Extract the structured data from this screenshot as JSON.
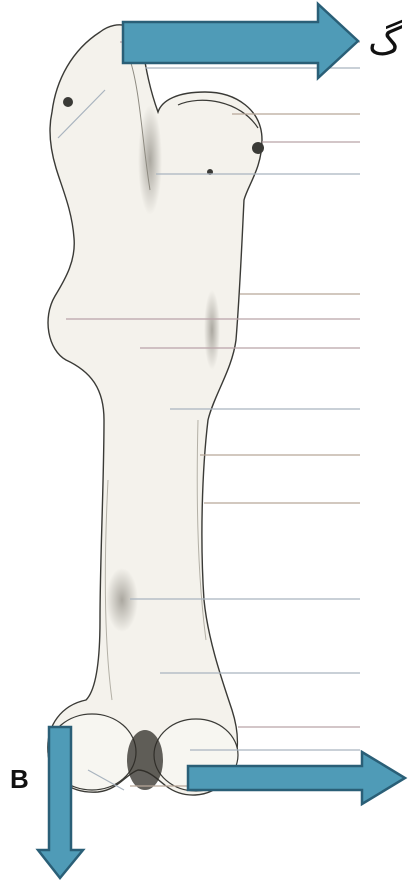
{
  "figure": {
    "top_label": "گ",
    "view_letter": "B"
  },
  "colors": {
    "bone_fill": "#f4f2ec",
    "bone_outline": "#3a3a36",
    "bone_shade": "#8d8a80",
    "arrow_fill": "#4f9bb7",
    "arrow_stroke": "#2a5f77",
    "leader_lines": [
      "#b9a3a8",
      "#a9b4bf",
      "#b7a799"
    ]
  },
  "leader_line_count": 16,
  "arrows": [
    {
      "name": "top-right-arrow",
      "direction": "right"
    },
    {
      "name": "bottom-right-arrow",
      "direction": "right"
    },
    {
      "name": "bottom-left-arrow",
      "direction": "down"
    }
  ]
}
